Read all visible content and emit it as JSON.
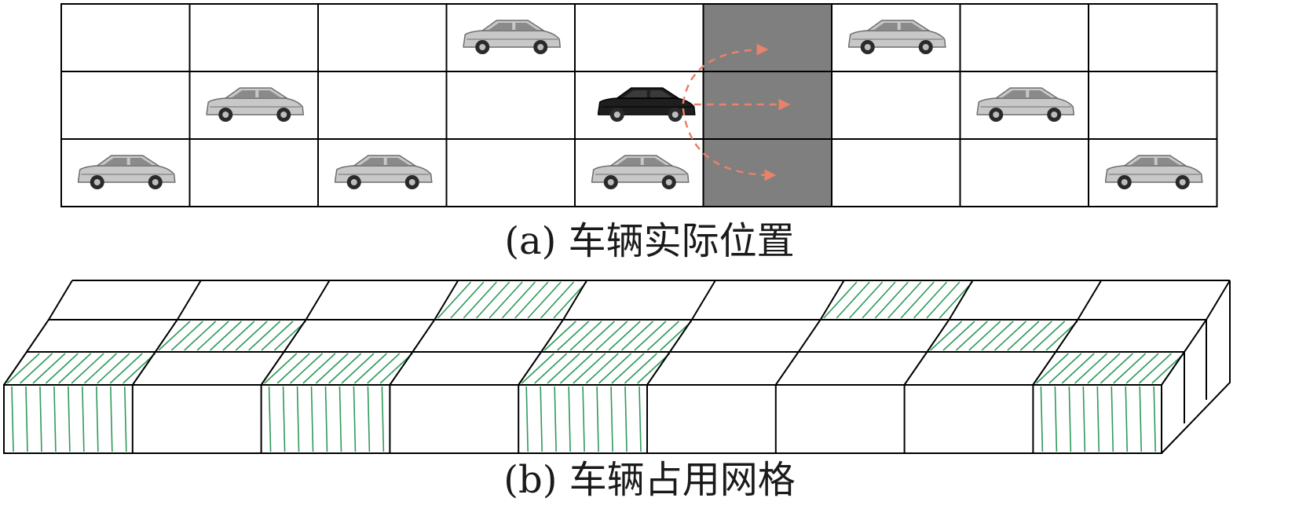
{
  "captions": {
    "a": "(a) 车辆实际位置",
    "b": "(b) 车辆占用网格"
  },
  "grid": {
    "rows": 3,
    "cols": 9,
    "highlighted_column": 5,
    "ego_vehicle": {
      "row": 1,
      "col": 4
    },
    "other_vehicles": [
      {
        "row": 0,
        "col": 3
      },
      {
        "row": 0,
        "col": 6
      },
      {
        "row": 1,
        "col": 1
      },
      {
        "row": 1,
        "col": 7
      },
      {
        "row": 2,
        "col": 0
      },
      {
        "row": 2,
        "col": 2
      },
      {
        "row": 2,
        "col": 4
      },
      {
        "row": 2,
        "col": 8
      }
    ],
    "motion_arrows": [
      "up-right",
      "straight",
      "down-right"
    ]
  },
  "occupancy": {
    "front_occupied": [
      0,
      2,
      4,
      8
    ],
    "middle_occupied": [
      1,
      4,
      7
    ],
    "back_occupied": [
      3,
      6
    ]
  },
  "colors": {
    "line": "#000000",
    "highlight": "#7f7f7f",
    "arrow": "#e8826a",
    "hatch": "#2e9a5a",
    "car_body": "#c8c8c8",
    "ego_body": "#1e1e1e"
  }
}
